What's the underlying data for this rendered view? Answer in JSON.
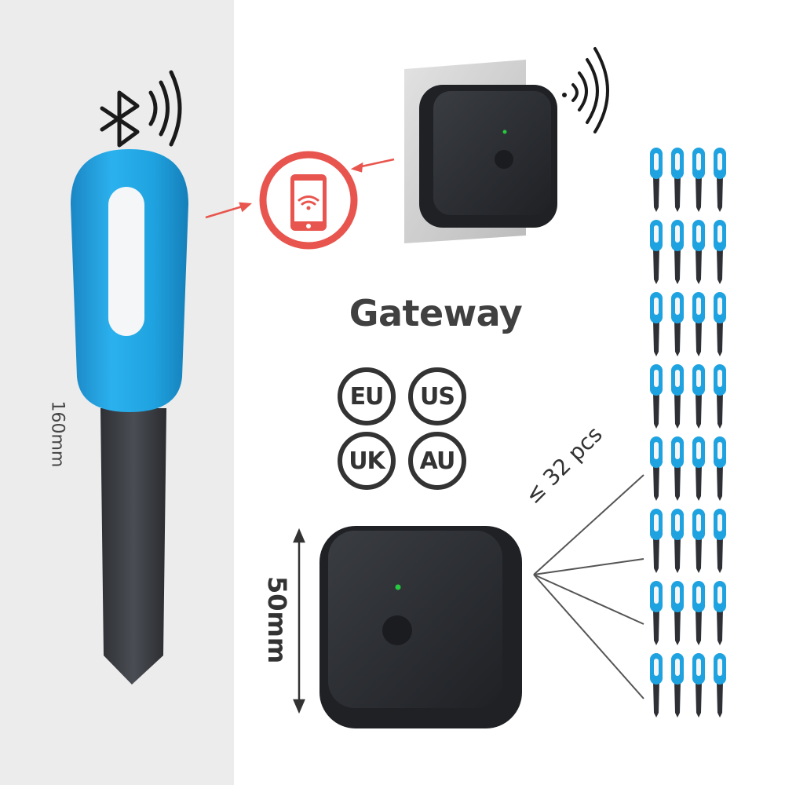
{
  "title": "Gateway",
  "regions": [
    "EU",
    "US",
    "UK",
    "AU"
  ],
  "dimensions": {
    "sensor_length": "160mm",
    "gateway_size": "50mm"
  },
  "capacity_label": "≤ 32 pcs",
  "sensor_grid": {
    "rows": 8,
    "cols": 4
  },
  "colors": {
    "sensor_blue": "#1fa3e0",
    "gateway_black": "#2b2d31",
    "phone_red": "#e8554e",
    "led_green": "#27c93f"
  },
  "icons": [
    "bluetooth-icon",
    "wifi-signal-icon",
    "phone-wifi-icon",
    "arrow-icon"
  ]
}
